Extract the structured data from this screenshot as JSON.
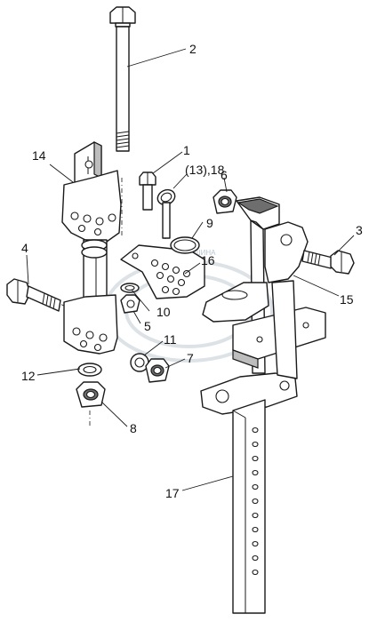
{
  "diagram": {
    "callouts": [
      "1",
      "2",
      "3",
      "4",
      "5",
      "6",
      "7",
      "8",
      "9",
      "10",
      "11",
      "12",
      "14",
      "15",
      "16",
      "17",
      "(13),18"
    ]
  },
  "watermark": {
    "text": "ЕМЕЛ МАШИНА"
  },
  "colors": {
    "line": "#1a1a1a",
    "shade": "#bdbdbd",
    "dark": "#6e6e6e",
    "background": "#ffffff"
  }
}
